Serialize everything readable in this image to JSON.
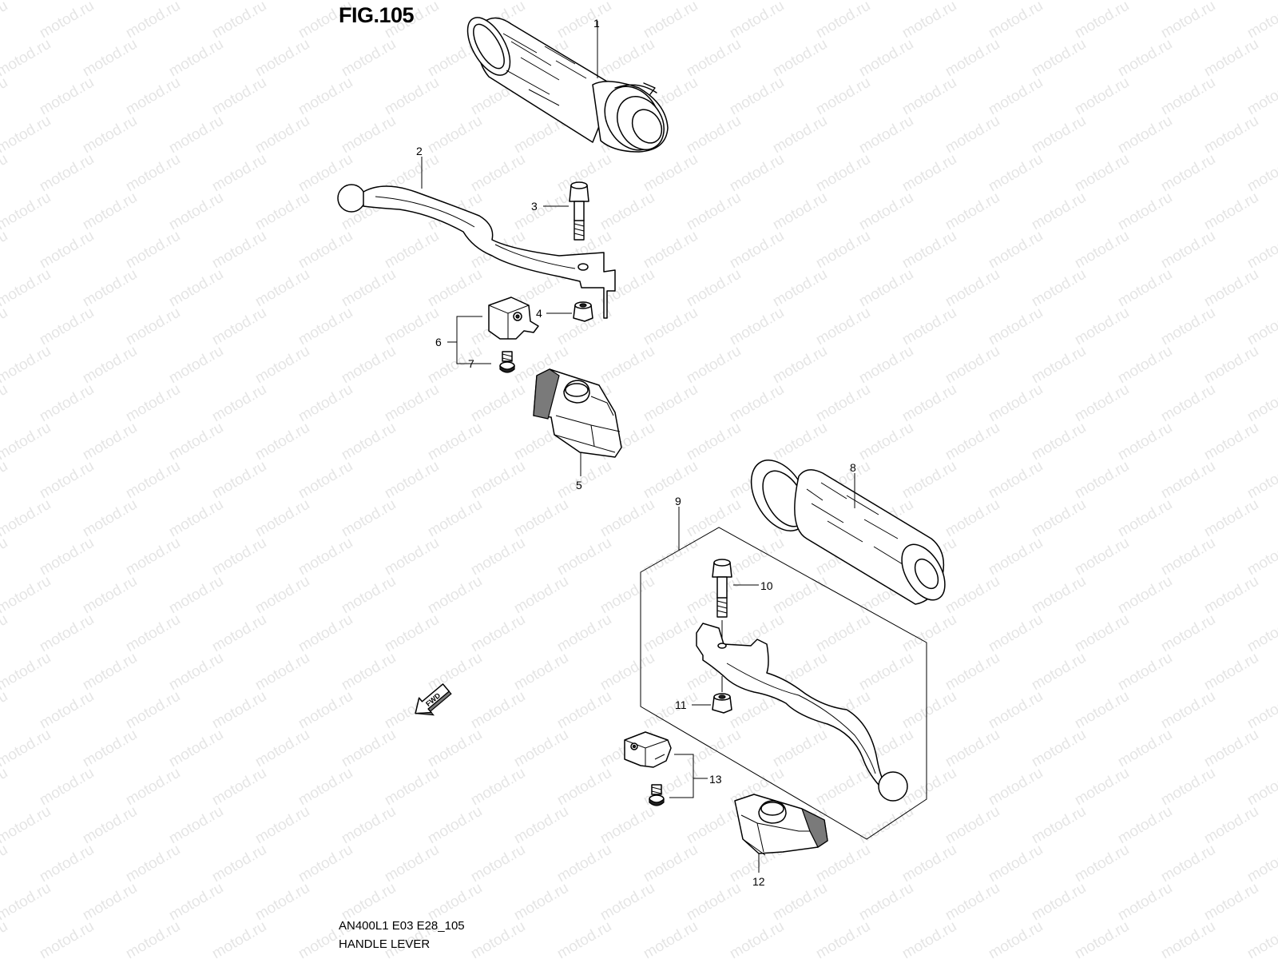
{
  "figure": {
    "title": "FIG.105",
    "model_code": "AN400L1 E03 E28_105",
    "name": "HANDLE LEVER"
  },
  "watermark": {
    "text": "motod.ru"
  },
  "callouts": {
    "c1": "1",
    "c2": "2",
    "c3": "3",
    "c4": "4",
    "c5": "5",
    "c6": "6",
    "c7": "7",
    "c8": "8",
    "c9": "9",
    "c10": "10",
    "c11": "11",
    "c12": "12",
    "c13": "13"
  },
  "direction_marker": {
    "label": "FWD"
  },
  "colors": {
    "line": "#000000",
    "background": "#ffffff"
  }
}
